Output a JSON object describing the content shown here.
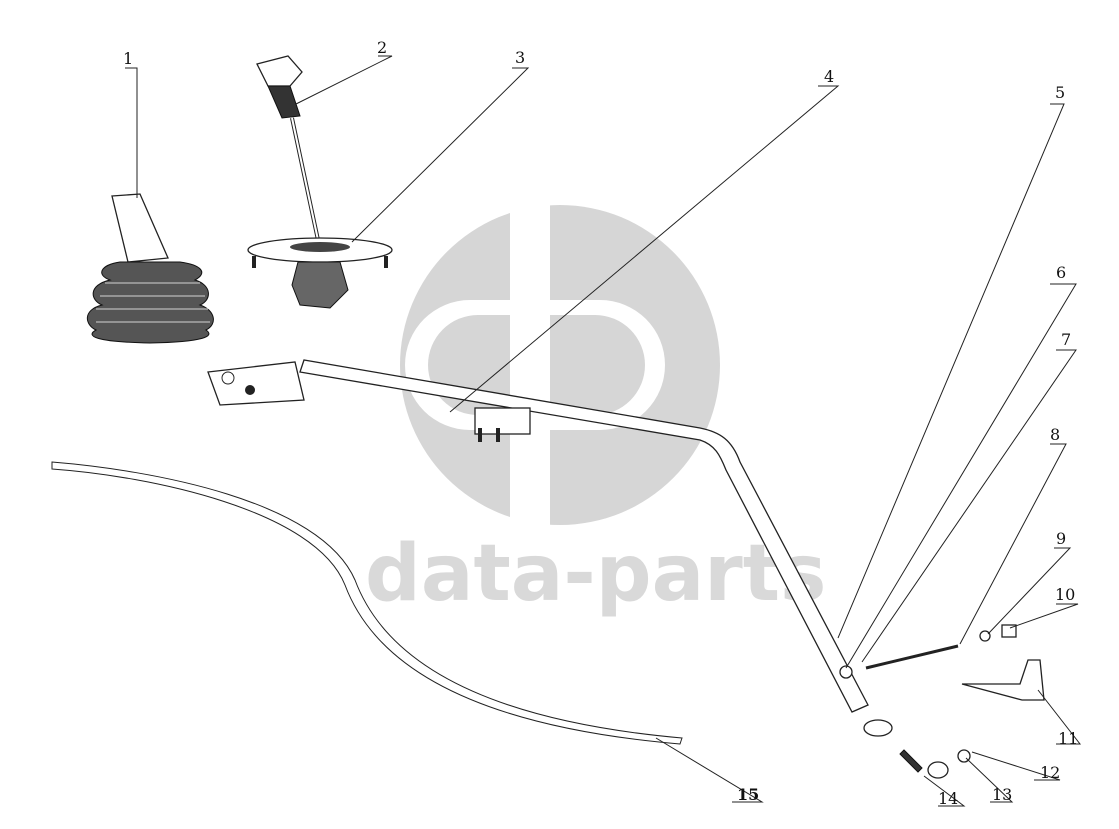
{
  "watermark": {
    "text": "data-parts",
    "logo_icon": "dp-logo-icon",
    "color": "#d9d9d9"
  },
  "callouts": {
    "c1": "1",
    "c2": "2",
    "c3": "3",
    "c4": "4",
    "c5": "5",
    "c6": "6",
    "c7": "7",
    "c8": "8",
    "c9": "9",
    "c10": "10",
    "c11": "11",
    "c12": "12",
    "c13": "13",
    "c14": "14",
    "c15": "15"
  }
}
